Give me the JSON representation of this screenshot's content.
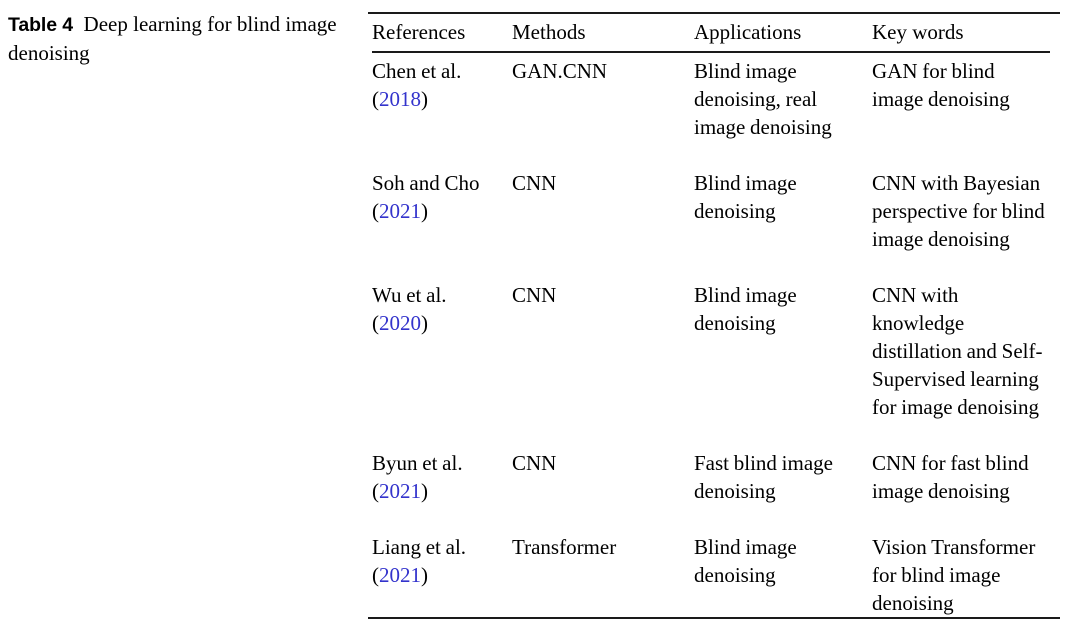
{
  "caption": {
    "label": "Table 4",
    "text": "Deep learning for blind image denoising"
  },
  "table": {
    "columns": [
      "References",
      "Methods",
      "Applications",
      "Key words"
    ],
    "rows": [
      {
        "reference_name": "Chen et al.",
        "reference_year": "2018",
        "reference_full": "Chen et al. (2018)",
        "methods": "GAN.CNN",
        "applications": "Blind image denoising, real image denoising",
        "keywords": "GAN for blind image denoising"
      },
      {
        "reference_name": "Soh and Cho",
        "reference_year": "2021",
        "reference_full": "Soh and Cho (2021)",
        "methods": "CNN",
        "applications": "Blind image denoising",
        "keywords": "CNN with Bayesian perspective for blind image denoising"
      },
      {
        "reference_name": "Wu et al.",
        "reference_year": "2020",
        "reference_full": "Wu et al. (2020)",
        "methods": "CNN",
        "applications": "Blind image denoising",
        "keywords": "CNN with knowledge distillation and Self-Supervised learning for image denoising"
      },
      {
        "reference_name": "Byun et al.",
        "reference_year": "2021",
        "reference_full": "Byun et al. (2021)",
        "methods": "CNN",
        "applications": "Fast blind image denoising",
        "keywords": "CNN for fast blind image denoising"
      },
      {
        "reference_name": "Liang et al.",
        "reference_year": "2021",
        "reference_full": "Liang et al. (2021)",
        "methods": "Transformer",
        "applications": "Blind image denoising",
        "keywords": "Vision Transformer for blind image denoising"
      }
    ]
  },
  "colors": {
    "link_blue": "#3333cc",
    "rule_black": "#1a1a1a",
    "text_black": "#000000"
  }
}
